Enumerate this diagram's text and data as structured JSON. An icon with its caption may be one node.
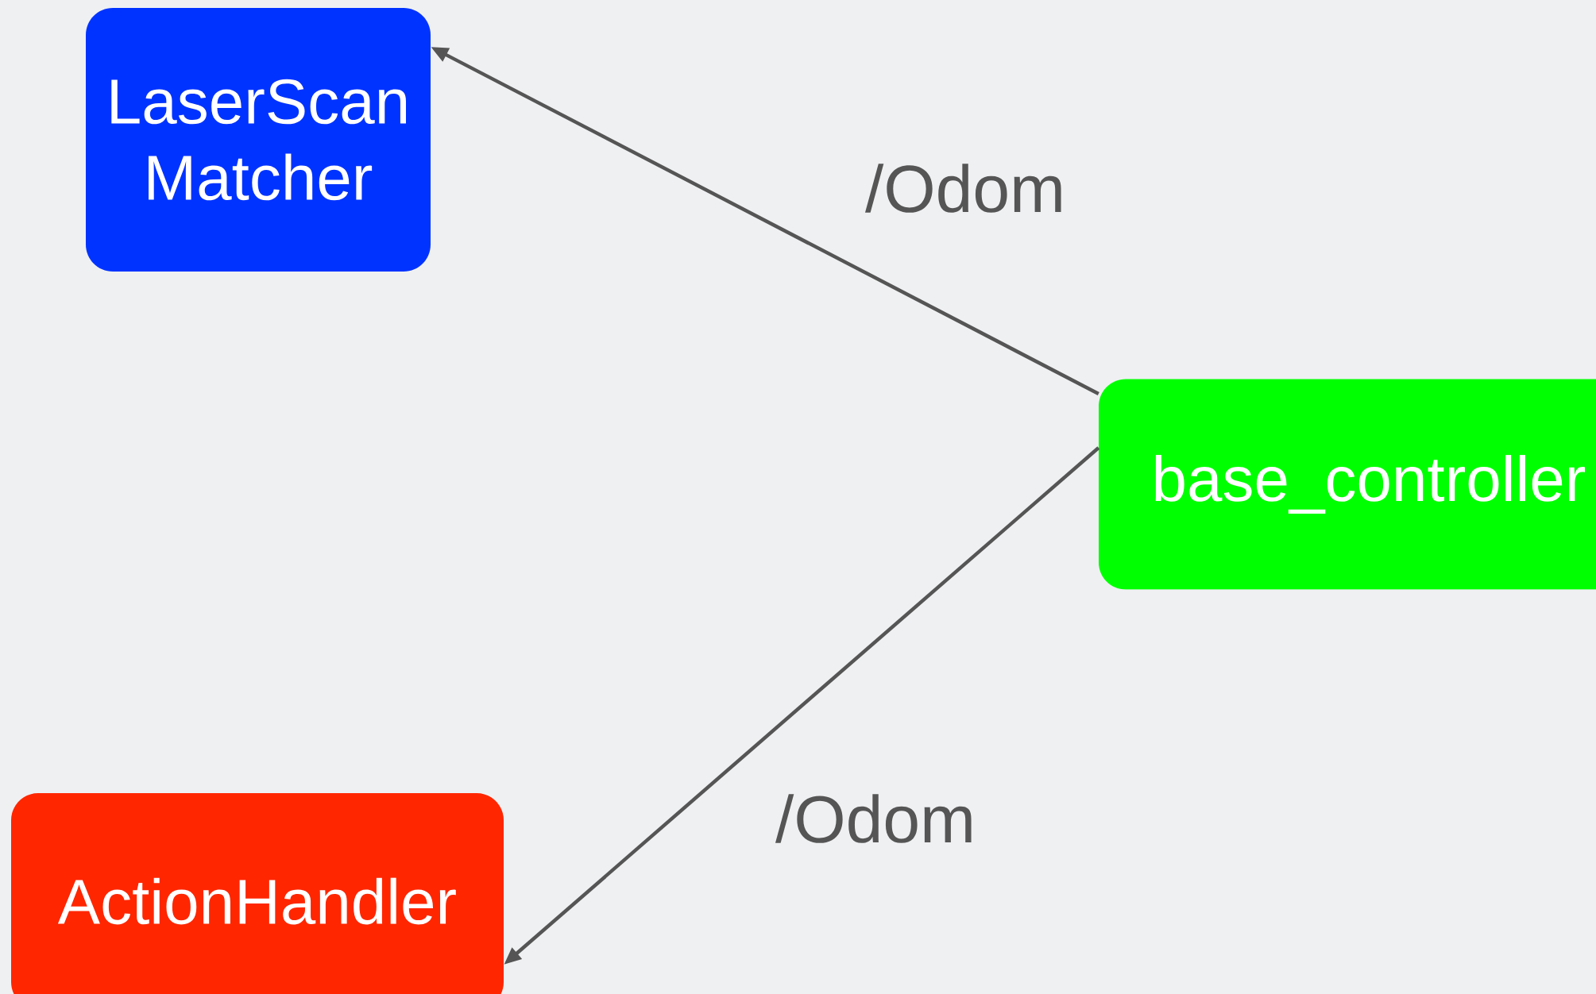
{
  "diagram": {
    "nodes": [
      {
        "text": [
          "LaserScan Matcher"
        ]
      },
      {
        "text": [
          "base_controller"
        ]
      },
      {
        "text": [
          "ActionHandler"
        ]
      }
    ],
    "edges": [
      {
        "from": 1,
        "to": 0,
        "arrow": "to",
        "label": "/Odom"
      },
      {
        "from": 1,
        "to": 2,
        "arrow": "to",
        "label": "/Odom"
      }
    ]
  }
}
